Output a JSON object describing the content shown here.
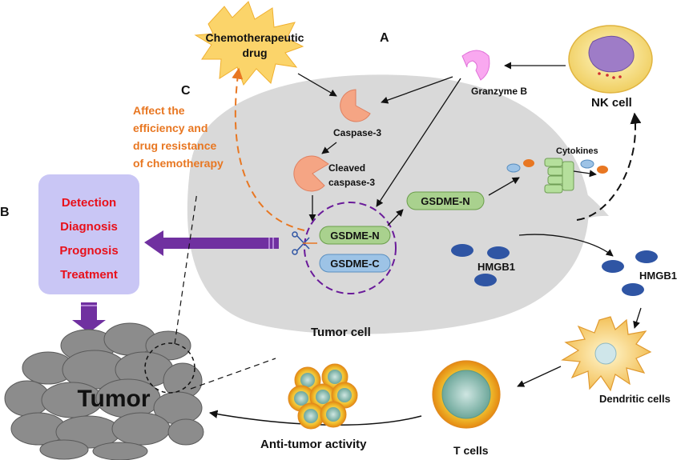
{
  "panels": {
    "a": "A",
    "b": "B",
    "c": "C"
  },
  "drug": {
    "line1": "Chemotherapeutic",
    "line2": "drug"
  },
  "labels": {
    "caspase3": "Caspase-3",
    "cleaved_line1": "Cleaved",
    "cleaved_line2": "caspase-3",
    "gsdme_n": "GSDME-N",
    "gsdme_n_pore": "GSDME-N",
    "gsdme_c": "GSDME-C",
    "granzyme": "Granzyme B",
    "nk_cell": "NK cell",
    "cytokines": "Cytokines",
    "hmgb1_inside": "HMGB1",
    "hmgb1_outside": "HMGB1",
    "tumor_cell": "Tumor cell",
    "tumor": "Tumor",
    "dendritic": "Dendritic cells",
    "t_cells": "T cells",
    "anti_tumor": "Anti-tumor activity"
  },
  "chemo_effect": [
    "Affect the",
    "efficiency and",
    "drug resistance",
    "of chemotherapy"
  ],
  "clinical_box": [
    "Detection",
    "Diagnosis",
    "Prognosis",
    "Treatment"
  ],
  "colors": {
    "cell": "#d9d9d9",
    "orange": "#e87722",
    "red": "#e8101a",
    "purple": "#7030a0",
    "box": "#c9c6f5",
    "gsdme_n": "#a9d18e",
    "gsdme_c": "#9dc3e6",
    "hmgb1": "#2f55a4"
  }
}
